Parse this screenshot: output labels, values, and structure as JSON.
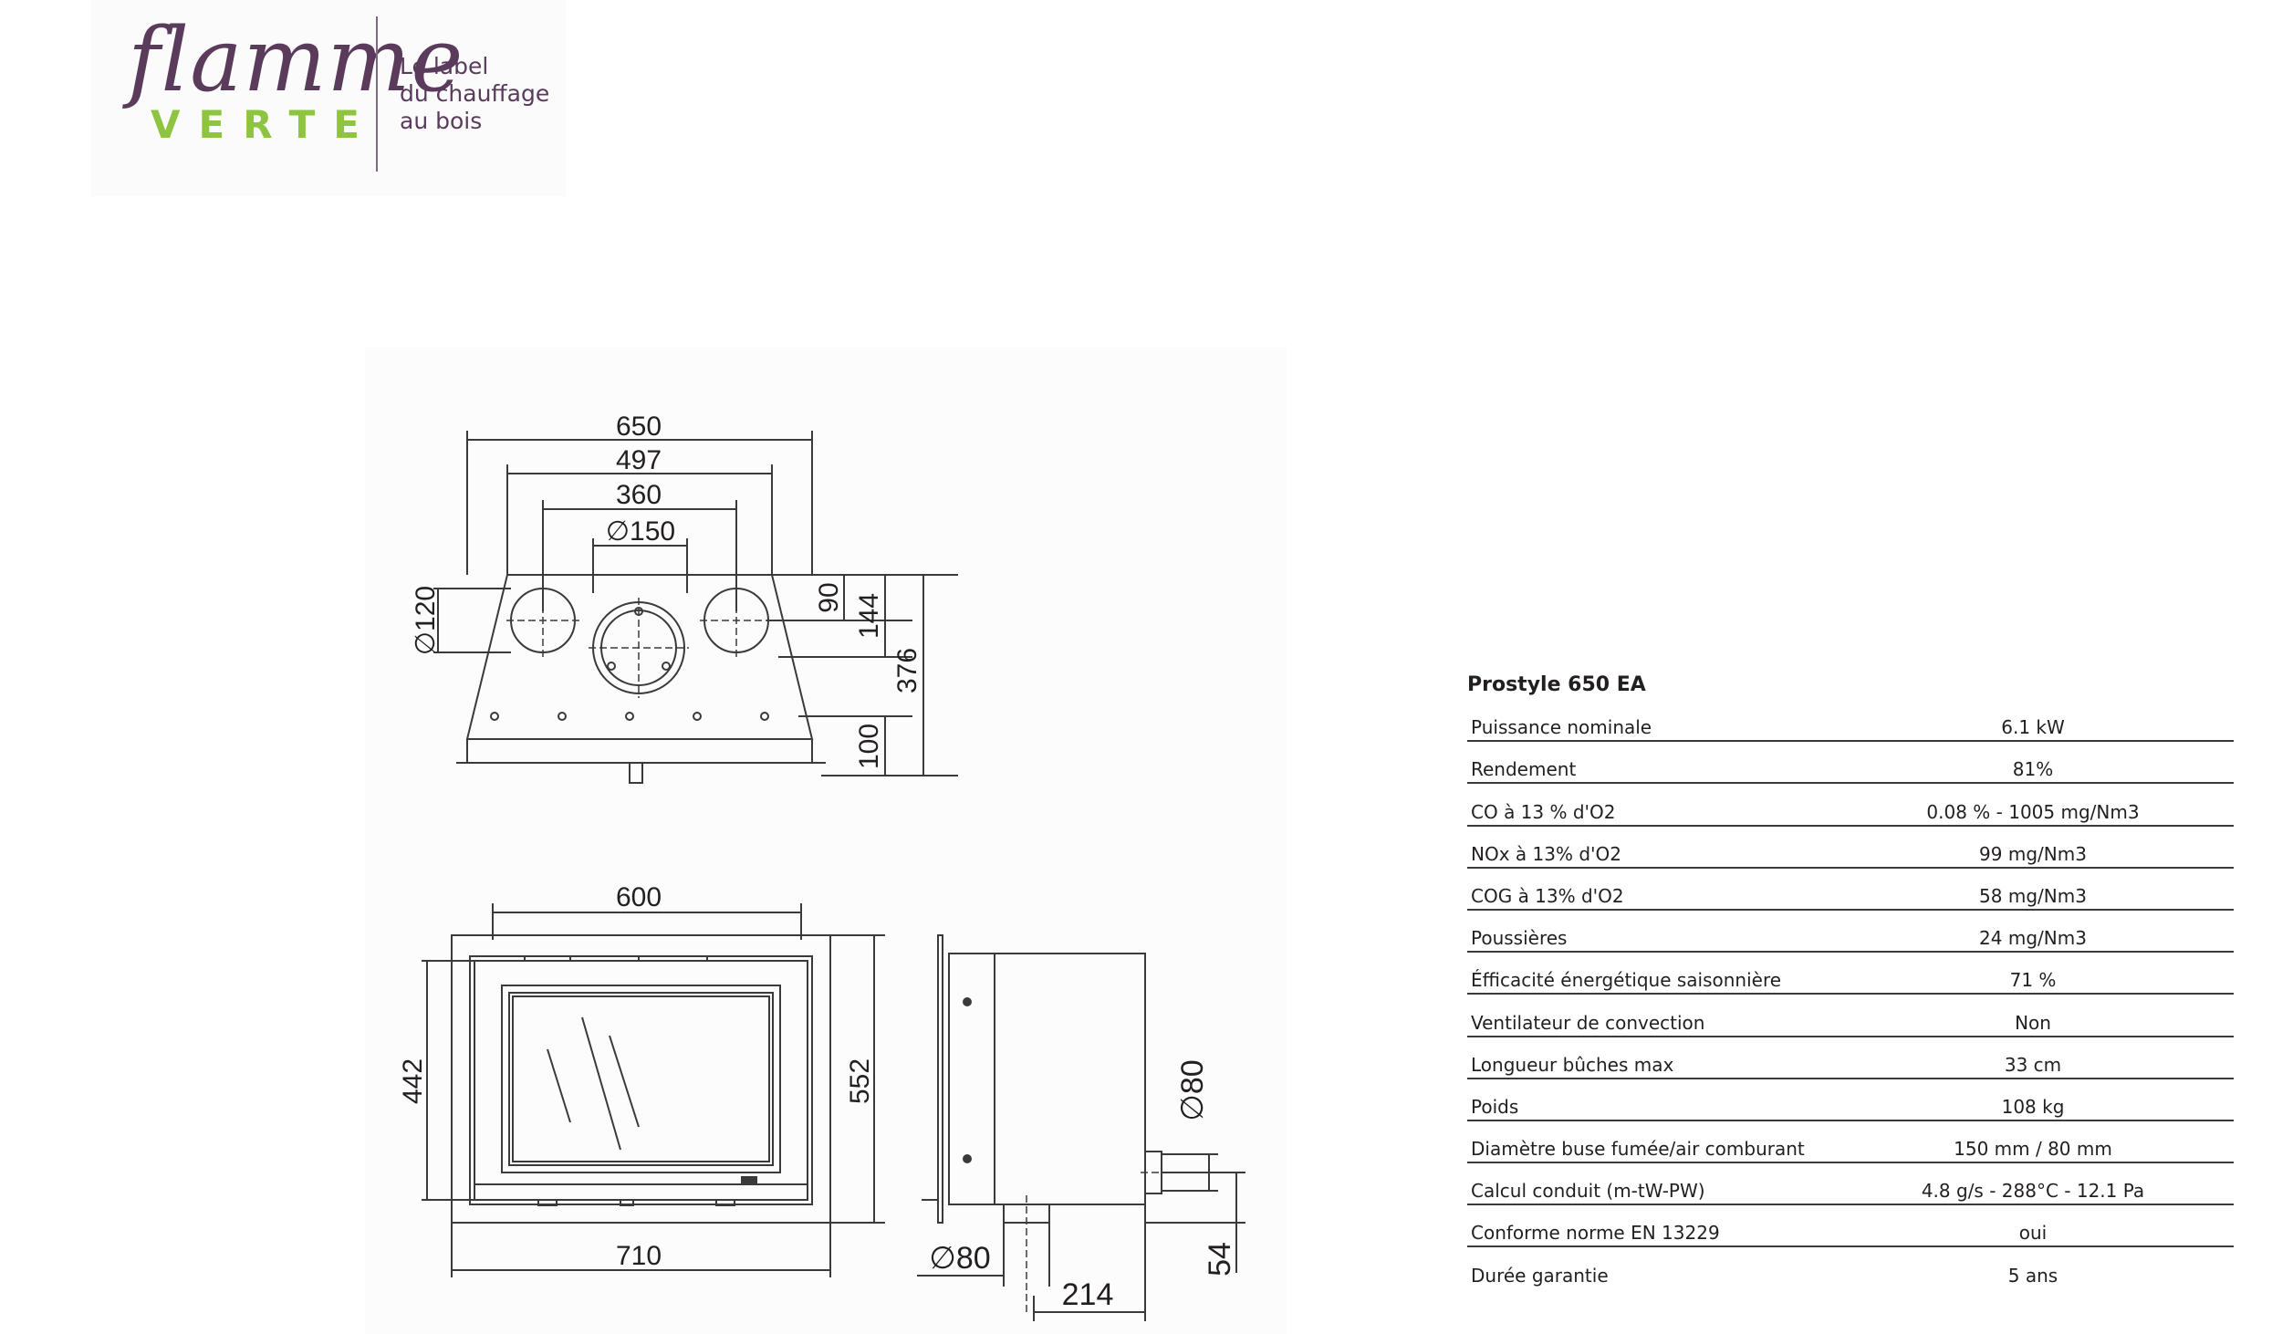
{
  "logo": {
    "brand_top": "flamme",
    "brand_bottom": "VERTE",
    "tagline": [
      "Le label",
      "du chauffage",
      "au bois"
    ],
    "colors": {
      "purple": "#5a3b5c",
      "green": "#8ec43f"
    }
  },
  "drawing": {
    "top_view": {
      "width_overall": "650",
      "width_497": "497",
      "width_360": "360",
      "collar_diameter": "∅150",
      "side_collar_diameter": "∅120",
      "h_90": "90",
      "h_144": "144",
      "h_376": "376",
      "h_100": "100"
    },
    "front_view": {
      "width_600": "600",
      "width_710": "710",
      "height_442": "442",
      "height_552": "552"
    },
    "side_view": {
      "diameter_80_vertical": "∅80",
      "diameter_80_bottom": "∅80",
      "depth_214": "214",
      "height_54": "54"
    }
  },
  "specs": {
    "title": "Prostyle 650 EA",
    "rows": [
      {
        "label": "Puissance nominale",
        "value": "6.1 kW"
      },
      {
        "label": "Rendement",
        "value": "81%"
      },
      {
        "label": "CO à 13 % d'O2",
        "value": "0.08 % - 1005 mg/Nm3"
      },
      {
        "label": "NOx à 13% d'O2",
        "value": "99 mg/Nm3"
      },
      {
        "label": "COG à 13% d'O2",
        "value": "58 mg/Nm3"
      },
      {
        "label": "Poussières",
        "value": "24 mg/Nm3"
      },
      {
        "label": "Éfficacité énergétique saisonnière",
        "value": "71 %"
      },
      {
        "label": "Ventilateur de convection",
        "value": "Non"
      },
      {
        "label": "Longueur bûches max",
        "value": "33 cm"
      },
      {
        "label": "Poids",
        "value": "108 kg"
      },
      {
        "label": "Diamètre buse fumée/air comburant",
        "value": "150 mm / 80 mm"
      },
      {
        "label": "Calcul conduit (m-tW-PW)",
        "value": "4.8 g/s - 288°C - 12.1 Pa"
      },
      {
        "label": "Conforme norme EN 13229",
        "value": "oui"
      },
      {
        "label": "Durée garantie",
        "value": "5 ans"
      }
    ]
  }
}
